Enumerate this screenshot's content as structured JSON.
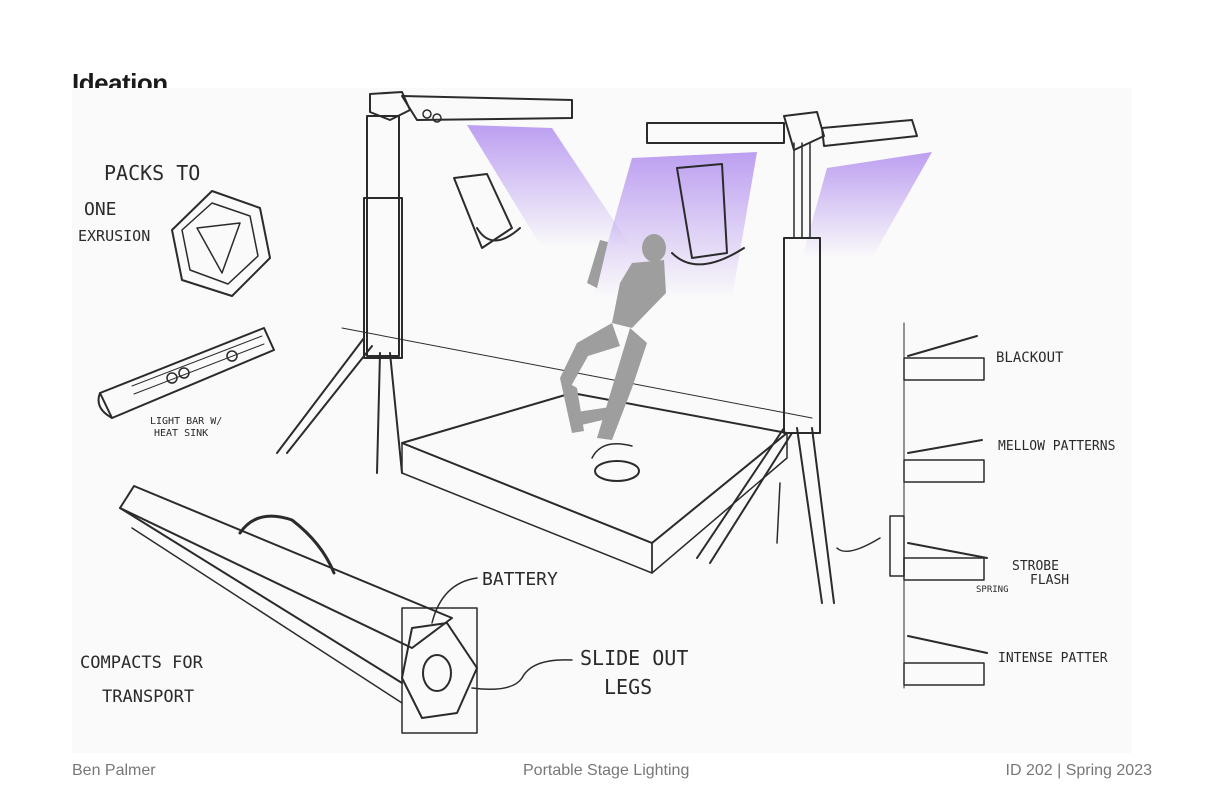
{
  "page": {
    "heading": "Ideation",
    "footer": {
      "author": "Ben Palmer",
      "project": "Portable Stage Lighting",
      "course": "ID  202 |  Spring 2023"
    }
  },
  "sketch": {
    "annotations": {
      "packs_line1": "PACKS TO",
      "packs_line2": "ONE",
      "packs_line3": "EXRUSION",
      "lightbar_line1": "LIGHT BAR W/",
      "lightbar_line2": "HEAT SINK",
      "compacts_line1": "COMPACTS FOR",
      "compacts_line2": "TRANSPORT",
      "battery": "BATTERY",
      "slide_line1": "SLIDE OUT",
      "slide_line2": "LEGS",
      "blackout": "BLACKOUT",
      "mellow": "MELLOW PATTERNS",
      "strobe_line1": "STROBE",
      "strobe_line2": "FLASH",
      "spring": "SPRING",
      "intense": "INTENSE PATTER"
    },
    "colors": {
      "beam": "#b99af0",
      "performer": "#9e9e9e",
      "ink": "#2b2b2b"
    }
  }
}
